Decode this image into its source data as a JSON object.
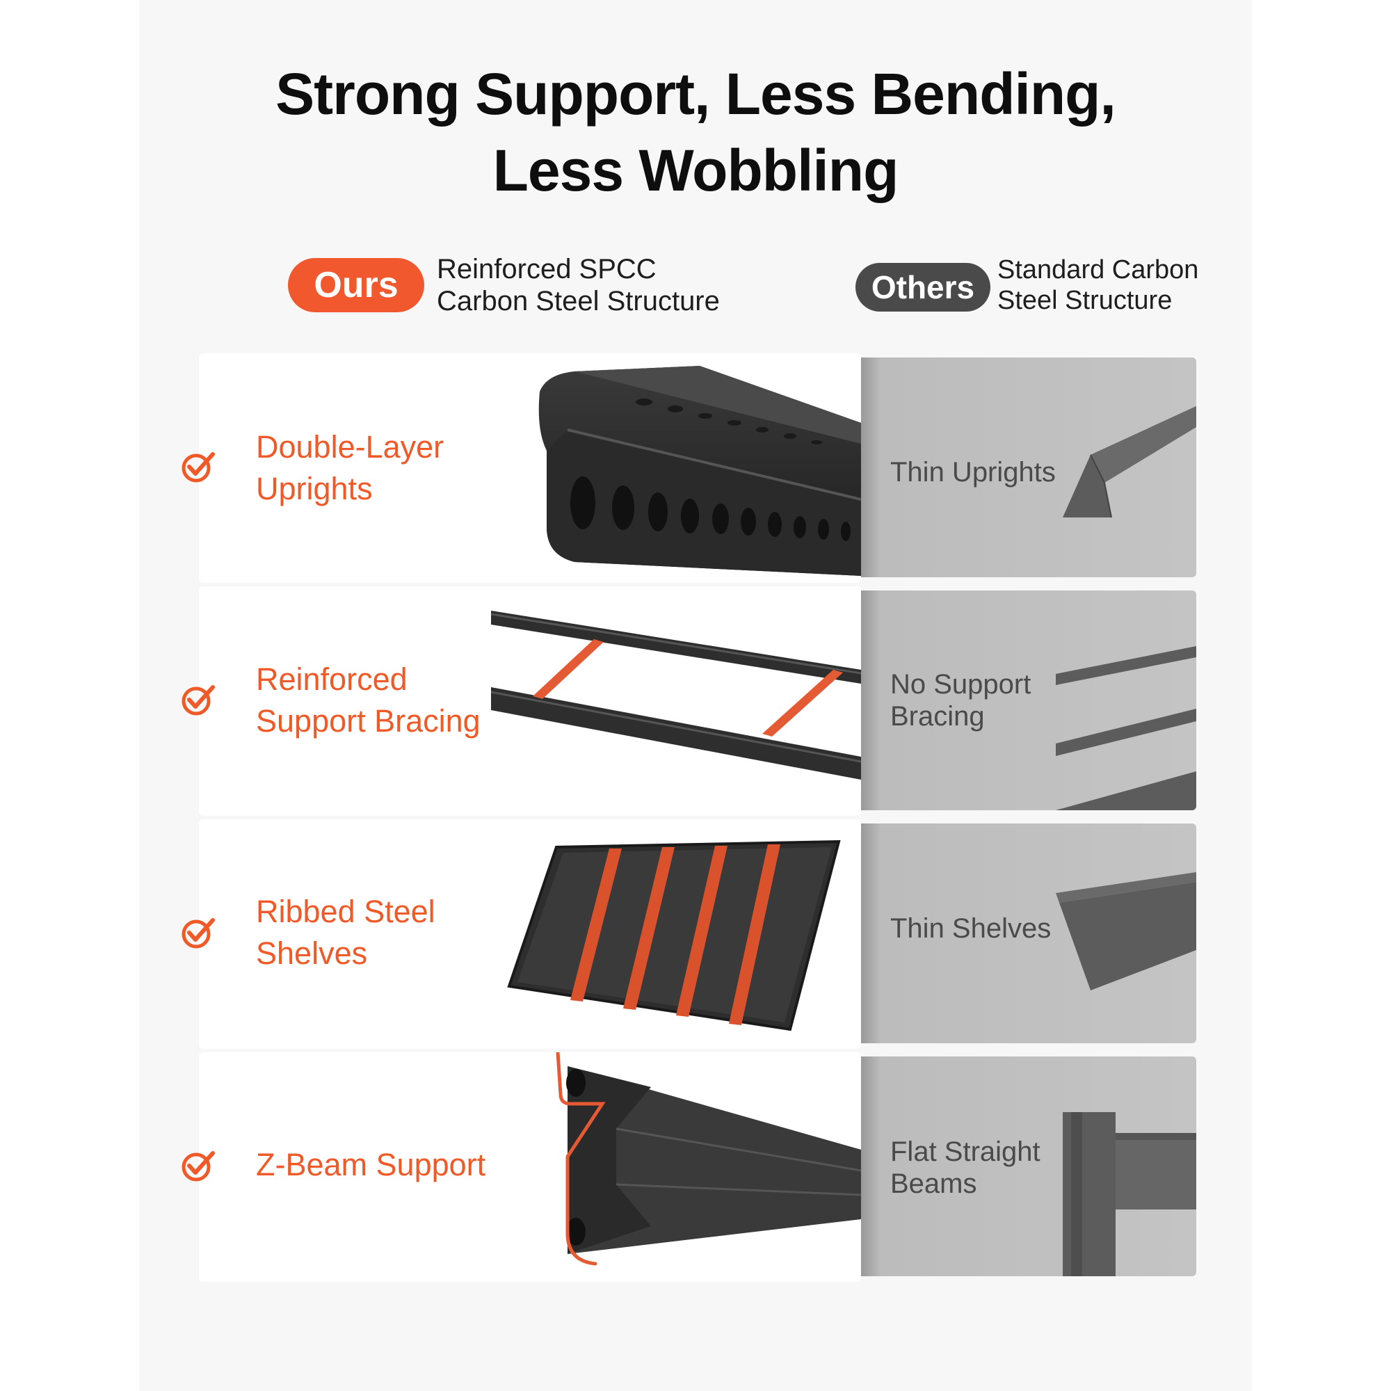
{
  "headline": {
    "line1": "Strong Support, Less Bending,",
    "line2": "Less Wobbling"
  },
  "legend": {
    "ours_badge": "Ours",
    "ours_line1": "Reinforced SPCC",
    "ours_line2": "Carbon Steel Structure",
    "others_badge": "Others",
    "others_line1": "Standard Carbon",
    "others_line2": "Steel Structure"
  },
  "comparisons": [
    {
      "ours_line1": "Double-Layer",
      "ours_line2": "Uprights",
      "others_line1": "Thin Uprights",
      "others_line2": ""
    },
    {
      "ours_line1": "Reinforced",
      "ours_line2": "Support Bracing",
      "others_line1": "No Support",
      "others_line2": "Bracing"
    },
    {
      "ours_line1": "Ribbed Steel",
      "ours_line2": "Shelves",
      "others_line1": "Thin Shelves",
      "others_line2": ""
    },
    {
      "ours_line1": "Z-Beam Support",
      "ours_line2": "",
      "others_line1": "Flat Straight",
      "others_line2": "Beams"
    }
  ],
  "colors": {
    "accent": "#f05a28",
    "others_badge": "#4a4a4a",
    "others_panel": "#c4c4c4",
    "steel_dark": "#2e2e2e"
  },
  "icons": {
    "check": "check-circle-icon"
  }
}
